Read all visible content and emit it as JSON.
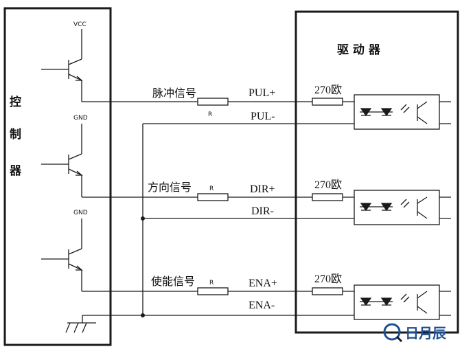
{
  "controller": {
    "label_chars": [
      "控",
      "制",
      "器"
    ],
    "transistors": [
      {
        "rail_label": "VCC"
      },
      {
        "rail_label": "GND"
      },
      {
        "rail_label": "GND"
      }
    ]
  },
  "driver": {
    "label": "驱 动 器"
  },
  "channels": [
    {
      "signal_label": "脉冲信号",
      "resistor_label": "R",
      "plus_pin": "PUL+",
      "minus_pin": "PUL-",
      "internal_resistor": "270欧"
    },
    {
      "signal_label": "方向信号",
      "resistor_label": "R",
      "plus_pin": "DIR+",
      "minus_pin": "DIR-",
      "internal_resistor": "270欧"
    },
    {
      "signal_label": "使能信号",
      "resistor_label": "R",
      "plus_pin": "ENA+",
      "minus_pin": "ENA-",
      "internal_resistor": "270欧"
    }
  ],
  "watermark": {
    "text": "日月辰"
  },
  "colors": {
    "line": "#1a1a1a",
    "watermark": "#1f4f8f"
  }
}
